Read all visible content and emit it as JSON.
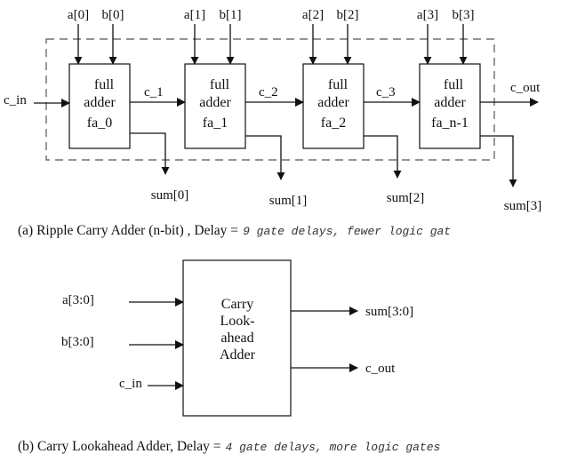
{
  "ripple": {
    "inputs": [
      "a[0]",
      "b[0]",
      "a[1]",
      "b[1]",
      "a[2]",
      "b[2]",
      "a[3]",
      "b[3]"
    ],
    "carry_in": "c_in",
    "carries": [
      "c_1",
      "c_2",
      "c_3"
    ],
    "carry_out": "c_out",
    "adders": [
      {
        "line1": "full",
        "line2": "adder",
        "name": "fa_0"
      },
      {
        "line1": "full",
        "line2": "adder",
        "name": "fa_1"
      },
      {
        "line1": "full",
        "line2": "adder",
        "name": "fa_2"
      },
      {
        "line1": "full",
        "line2": "adder",
        "name": "fa_n-1"
      }
    ],
    "sums": [
      "sum[0]",
      "sum[1]",
      "sum[2]",
      "sum[3]"
    ],
    "caption_label": "(a) Ripple Carry Adder (n-bit) , Delay =",
    "caption_detail": "9 gate delays, fewer logic gat"
  },
  "lookahead": {
    "inputs": [
      "a[3:0]",
      "b[3:0]",
      "c_in"
    ],
    "block_lines": [
      "Carry",
      "Look-",
      "ahead",
      "Adder"
    ],
    "outputs": [
      "sum[3:0]",
      "c_out"
    ],
    "caption_label": "(b) Carry Lookahead Adder, Delay =",
    "caption_detail": "4 gate delays, more logic gates"
  }
}
